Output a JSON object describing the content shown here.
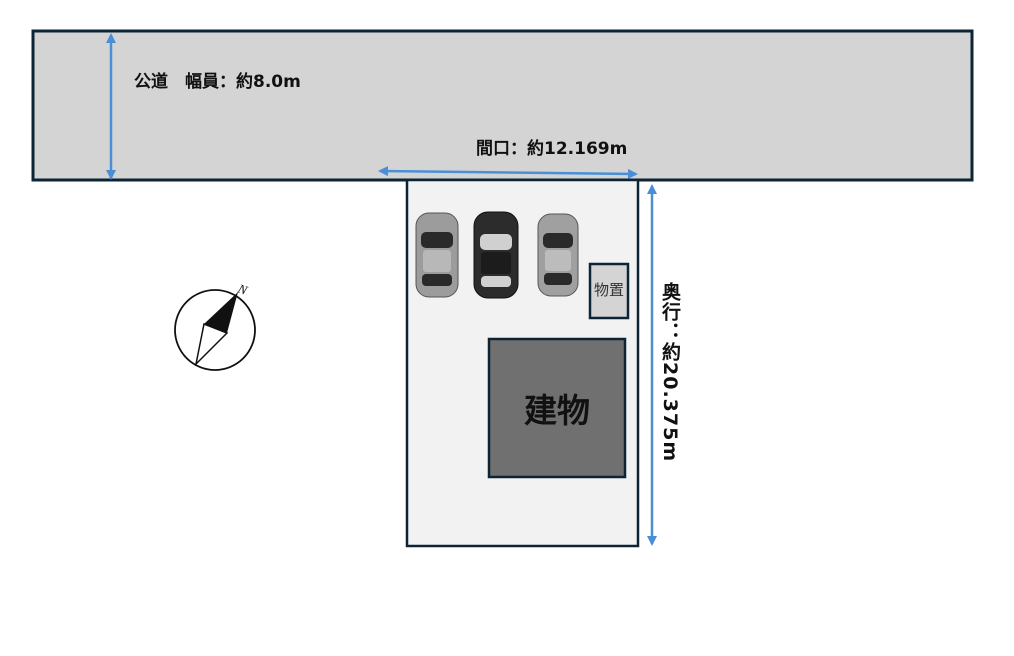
{
  "road": {
    "label": "公道　幅員：約8.0m"
  },
  "frontage": {
    "label": "間口：約12.169m"
  },
  "depth": {
    "label": "奥行：約20.375m"
  },
  "building": {
    "label": "建物"
  },
  "storage": {
    "label": "物置"
  },
  "compass": {
    "north_label": "N"
  },
  "cars": [
    {
      "color": "#9c9c9c",
      "glass": "#2a2a2a"
    },
    {
      "color": "#2c2c2c",
      "glass": "#d0d0d0"
    },
    {
      "color": "#a0a0a0",
      "glass": "#2a2a2a"
    }
  ],
  "colors": {
    "road": "#d4d4d4",
    "lot": "#f2f2f2",
    "building": "#707070",
    "outline": "#0c2433",
    "dimension": "#4a8fd6"
  }
}
